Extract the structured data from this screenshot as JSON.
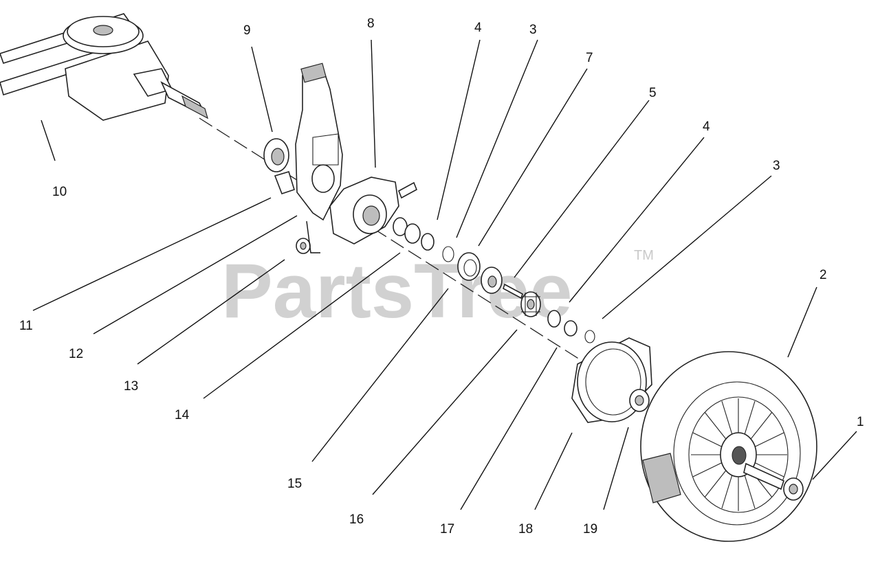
{
  "watermark": {
    "text": "PartsTree",
    "trademark": "TM"
  },
  "callouts": {
    "c1": "1",
    "c2": "2",
    "c3a": "3",
    "c3b": "3",
    "c4a": "4",
    "c4b": "4",
    "c5": "5",
    "c7": "7",
    "c8": "8",
    "c9": "9",
    "c10": "10",
    "c11": "11",
    "c12": "12",
    "c13": "13",
    "c14": "14",
    "c15": "15",
    "c16": "16",
    "c17": "17",
    "c18": "18",
    "c19": "19"
  }
}
